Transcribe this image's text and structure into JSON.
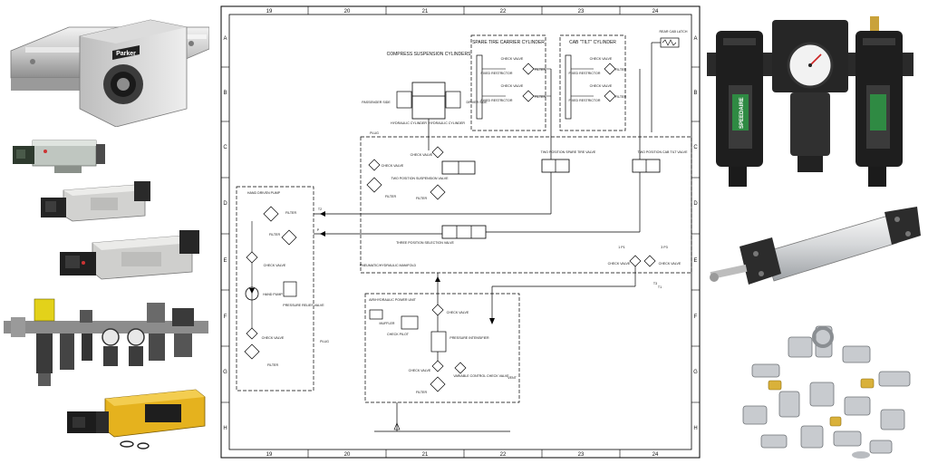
{
  "brands": {
    "rotary_actuator": "Parker",
    "frl_unit": "SPEEDAIRE"
  },
  "sheet": {
    "col_labels": [
      "19",
      "20",
      "21",
      "22",
      "23",
      "24"
    ],
    "row_labels": [
      "A",
      "B",
      "C",
      "D",
      "E",
      "F",
      "G",
      "H"
    ]
  },
  "labels": {
    "compress_suspension": "COMPRESS SUSPENSION CYLINDERS",
    "spare_tire": "SPARE TIRE CARRIER CYLINDER",
    "cab_tilt": "CAB \"TILT\" CYLINDER",
    "rear_cab_latch": "REAR CAB LATCH",
    "passenger_side": "PASSENGER SIDE",
    "driver_side": "DRIVER SIDE",
    "hydraulic_cylinder": "HYDRAULIC CYLINDER",
    "hand_driven_pump": "HAND DRIVEN PUMP",
    "hand_pump": "HAND PUMP",
    "pressure_relief": "PRESSURE RELIEF VALVE",
    "check_valve": "CHECK VALVE",
    "filter": "FILTER",
    "fixed_restrictor": "FIXED RESTRICTOR",
    "two_position_suspension": "TWO POSITION SUSPENSION VALVE",
    "two_position_spare": "TWO POSITION SPARE TIRE VALVE",
    "two_position_cab": "TWO POSITION CAB TILT VALVE",
    "three_position": "THREE POSITION SELECTION VALVE",
    "manifold": "PNEUMATIC/HYDRAULIC MANIFOLD",
    "power_unit": "AIR/HYDRAULIC POWER UNIT",
    "muffler": "MUFFLER",
    "check_pilot": "CHECK PILOT",
    "pressure_intensifier": "PRESSURE INTENSIFIER",
    "variable_control": "VARIABLE CONTROL CHECK VALVE",
    "vent": "VENT",
    "plug": "PLUG",
    "port_t1": "T1",
    "port_t2": "T2",
    "port_t3": "T3",
    "port_p": "P",
    "port_1p": "1 P1",
    "port_3p": "3 P3"
  }
}
